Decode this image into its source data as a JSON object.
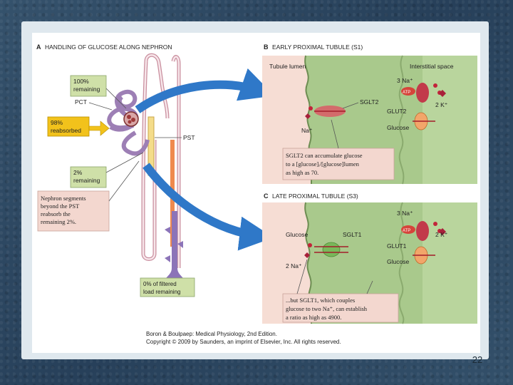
{
  "panel_a": {
    "letter": "A",
    "title": "HANDLING OF GLUCOSE ALONG NEPHRON",
    "label_100": "100% remaining",
    "label_pct": "PCT",
    "label_98": "98% reabsorbed",
    "label_pst": "PST",
    "label_2": "2% remaining",
    "note": "Nephron segments beyond the PST reabsorb the remaining 2%.",
    "label_0": "0% of filtered load remaining"
  },
  "panel_b": {
    "letter": "B",
    "title": "EARLY PROXIMAL TUBULE (S1)",
    "tubule_lumen": "Tubule lumen",
    "interstitial": "Interstitial space",
    "na3": "3 Na⁺",
    "atp": "ATP",
    "k2": "2 K⁺",
    "sglt2": "SGLT2",
    "glut2": "GLUT2",
    "glucose": "Glucose",
    "na": "Na⁺",
    "note_line1": "SGLT2 can accumulate glucose",
    "note_line2": "to a [glucose]ᵢ/[glucose]lumen",
    "note_line3": "as high as 70."
  },
  "panel_c": {
    "letter": "C",
    "title": "LATE PROXIMAL TUBULE (S3)",
    "na3": "3 Na⁺",
    "atp": "ATP",
    "k2": "2 K⁺",
    "glucose_lumen": "Glucose",
    "sglt1": "SGLT1",
    "glut1": "GLUT1",
    "glucose": "Glucose",
    "na2": "2 Na⁺",
    "note_line1": "...but SGLT1, which couples",
    "note_line2": "glucose to two Na⁺, can establish",
    "note_line3": "a ratio as high as 4900."
  },
  "credit": {
    "line1": "Boron & Boulpaep: Medical Physiology, 2nd Edition.",
    "line2": "Copyright © 2009 by Saunders, an imprint of Elsevier, Inc. All rights reserved."
  },
  "page_number": "22",
  "colors": {
    "green_label": "#cfe0a8",
    "yellow_label": "#f2c21b",
    "pink_label": "#f3d7cf",
    "cell_green": "#a9c98c",
    "lumen_pink": "#f6ddd4",
    "blue_arrow": "#2f78c8",
    "purple": "#7b5fa8",
    "orange": "#ef8a4e"
  }
}
